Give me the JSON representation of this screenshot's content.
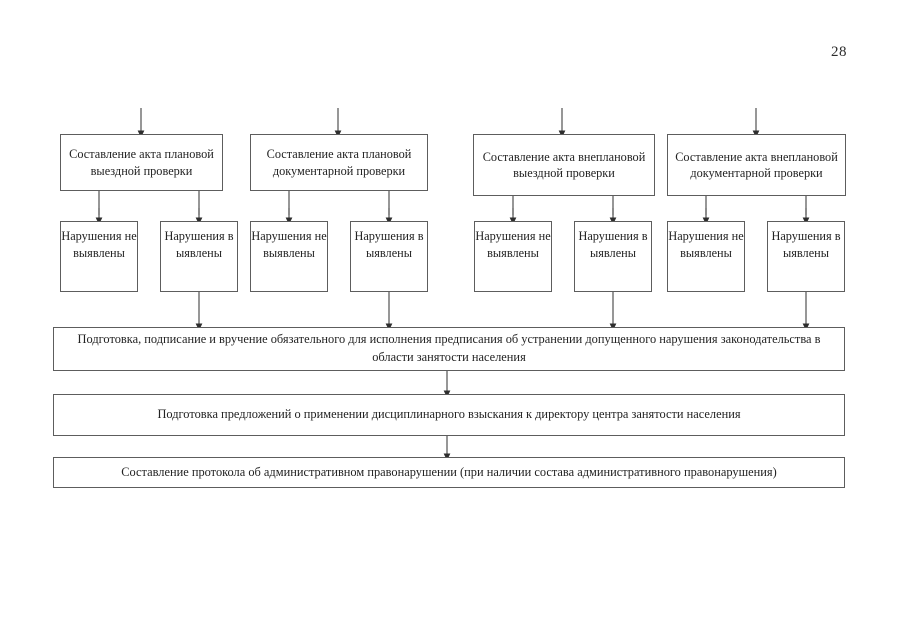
{
  "page": {
    "number": "28"
  },
  "flowchart": {
    "stage1_boxes": [
      {
        "name": "act-planned-onsite",
        "text": "Составление акта плановой выездной проверки"
      },
      {
        "name": "act-planned-documentary",
        "text": "Составление акта плановой документарной проверки"
      },
      {
        "name": "act-unplanned-onsite",
        "text": "Составление акта внеплановой выездной проверки"
      },
      {
        "name": "act-unplanned-documentary",
        "text": "Составление акта внеплановой документарной проверки"
      }
    ],
    "stage2_boxes": [
      {
        "name": "violations-not-found-1",
        "text": "Нарушения не выявлены"
      },
      {
        "name": "violations-found-1",
        "text": "Нарушения выявлены"
      },
      {
        "name": "violations-not-found-2",
        "text": "Нарушения не выявлены"
      },
      {
        "name": "violations-found-2",
        "text": "Нарушения выявлены"
      },
      {
        "name": "violations-not-found-3",
        "text": "Нарушения не выявлены"
      },
      {
        "name": "violations-found-3",
        "text": "Нарушения выявлены"
      },
      {
        "name": "violations-not-found-4",
        "text": "Нарушения не выявлены"
      },
      {
        "name": "violations-found-4",
        "text": "Нарушения выявлены"
      }
    ],
    "stage3_bars": [
      {
        "name": "prescription-bar",
        "text": "Подготовка, подписание и вручение обязательного для исполнения предписания об устранении допущенного нарушения законодательства в области занятости населения"
      },
      {
        "name": "disciplinary-bar",
        "text": "Подготовка предложений о применении дисциплинарного взыскания к директору центра занятости населения"
      },
      {
        "name": "protocol-bar",
        "text": "Составление протокола об административном правонарушении (при наличии состава административного правонарушения)"
      }
    ]
  }
}
